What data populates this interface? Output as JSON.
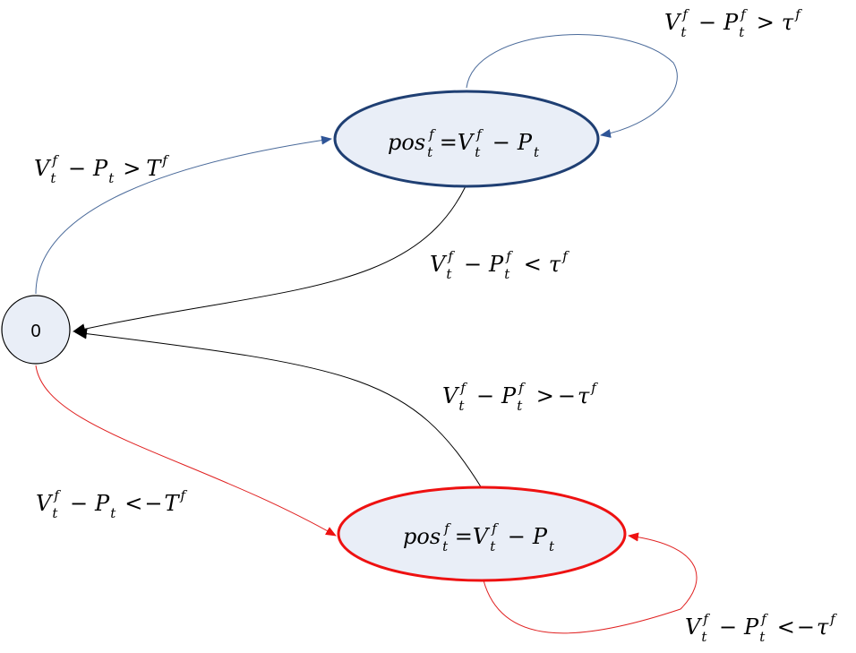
{
  "nodes": {
    "zero": {
      "label": "0"
    },
    "long": {
      "pos": "pos",
      "t": "t",
      "f1": "f",
      "eq": "=",
      "V": "V",
      "t2": "t",
      "f2": "f",
      "minus": "−",
      "P": "P",
      "t3": "t"
    },
    "short": {
      "pos": "pos",
      "t": "t",
      "f1": "f",
      "eq": "=",
      "V": "V",
      "t2": "t",
      "f2": "f",
      "minus": "−",
      "P": "P",
      "t3": "t"
    }
  },
  "edges": {
    "enter_long": {
      "V": "V",
      "t": "t",
      "f": "f",
      "minus": "−",
      "P": "P",
      "t2": "t",
      "op": ">",
      "T": "T",
      "f2": "f"
    },
    "stay_long": {
      "V": "V",
      "t": "t",
      "f": "f",
      "minus": "−",
      "P": "P",
      "t2": "t",
      "f2": "f",
      "op": ">",
      "tau": "τ",
      "f3": "f"
    },
    "exit_long": {
      "V": "V",
      "t": "t",
      "f": "f",
      "minus": "−",
      "P": "P",
      "t2": "t",
      "f2": "f",
      "op": "<",
      "tau": "τ",
      "f3": "f"
    },
    "exit_short": {
      "V": "V",
      "t": "t",
      "f": "f",
      "minus": "−",
      "P": "P",
      "t2": "t",
      "f2": "f",
      "op": ">",
      "neg": "−",
      "tau": "τ",
      "f3": "f"
    },
    "enter_short": {
      "V": "V",
      "t": "t",
      "f": "f",
      "minus": "−",
      "P": "P",
      "t2": "t",
      "op": "<",
      "neg": "−",
      "T": "T",
      "f2": "f"
    },
    "stay_short": {
      "V": "V",
      "t": "t",
      "f": "f",
      "minus": "−",
      "P": "P",
      "t2": "t",
      "f2": "f",
      "op": "<",
      "neg": "−",
      "tau": "τ",
      "f3": "f"
    }
  },
  "colors": {
    "long_stroke": "#1f3f73",
    "short_stroke": "#ee1111",
    "node_fill": "#e9eef7",
    "blue_edge": "#4a6a9a",
    "red_edge": "#e02020",
    "black_edge": "#000000"
  }
}
